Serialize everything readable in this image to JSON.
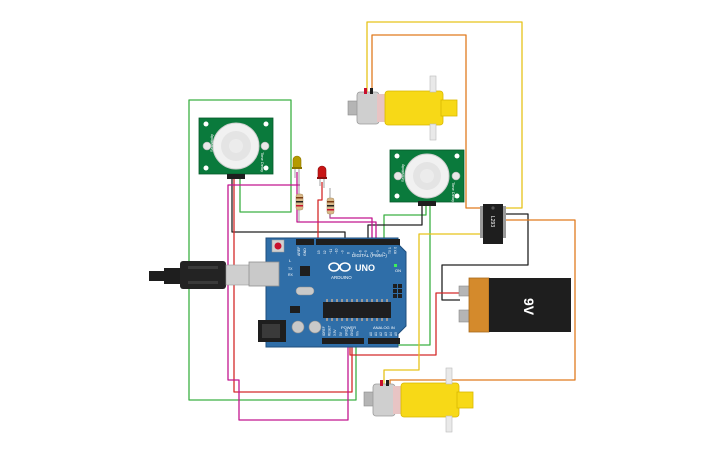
{
  "arduino": {
    "brand": "ARDUINO",
    "model": "UNO",
    "digital_label": "DIGITAL (PWM~)",
    "power_label": "POWER",
    "analog_label": "ANALOG IN",
    "tx_label": "TX",
    "rx_label": "RX",
    "l_label": "L",
    "on_label": "ON",
    "aref_label": "AREF",
    "gnd_label": "GND",
    "digital_pins": [
      "13",
      "12",
      "~11",
      "~10",
      "~9",
      "8",
      "7",
      "~6",
      "~5",
      "4",
      "~3",
      "2",
      "TX 1",
      "RX 0"
    ],
    "power_pins": [
      "IOREF",
      "RESET",
      "3.3V",
      "5V",
      "GND",
      "GND",
      "Vin"
    ],
    "analog_pins": [
      "A0",
      "A1",
      "A2",
      "A3",
      "A4",
      "A5"
    ],
    "board_color": "#2f6ea8"
  },
  "sensors": {
    "pir_left": {
      "left_text": "Sensitivity",
      "right_text": "Time Delay"
    },
    "pir_right": {
      "left_text": "Sensitivity",
      "right_text": "Time Delay"
    }
  },
  "battery": {
    "label": "9V"
  },
  "driver_chip": {
    "label": "L293"
  },
  "leds": {
    "yellow_color": "#b59a00",
    "red_color": "#c81414"
  },
  "wire_colors": {
    "green": "#3cb043",
    "red": "#d42a2a",
    "magenta": "#c2168f",
    "orange": "#e07b1f",
    "yellow": "#e6c31a",
    "black": "#222222"
  }
}
